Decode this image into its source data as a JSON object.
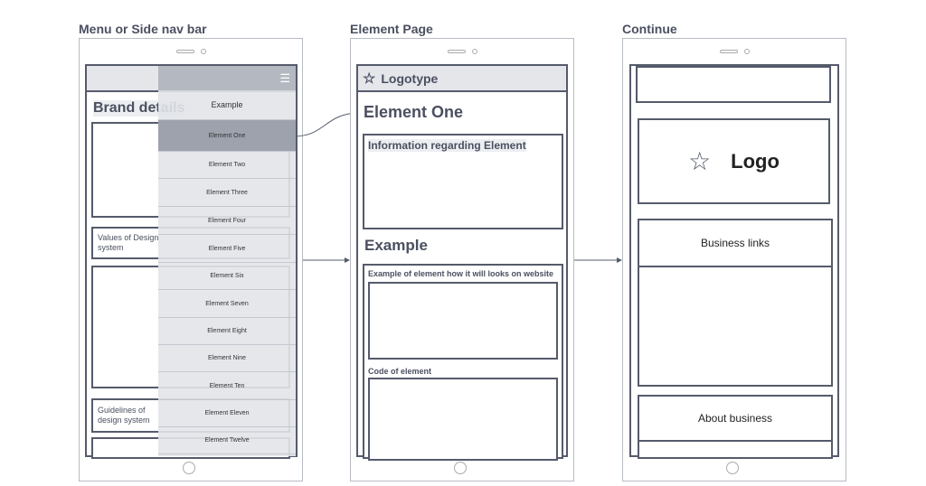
{
  "screens": [
    {
      "title": "Menu or Side nav bar",
      "brand": "Brand details",
      "values": "Values of Design system",
      "guidelines": "Guidelines of design system",
      "menu": [
        "Example",
        "Element One",
        "Element Two",
        "Element Three",
        "Element Four",
        "Element Five",
        "Element Six",
        "Element Seven",
        "Element Eight",
        "Element Nine",
        "Element Ten",
        "Element Eleven",
        "Element Twelve"
      ],
      "active": "Element One"
    },
    {
      "title": "Element Page",
      "logotype": "Logotype",
      "heading": "Element One",
      "info": "Information regarding Element",
      "example": "Example",
      "example_desc": "Example of element how it will looks on website",
      "code": "Code of element"
    },
    {
      "title": "Continue",
      "logo": "Logo",
      "links": "Business links",
      "about": "About business"
    }
  ]
}
